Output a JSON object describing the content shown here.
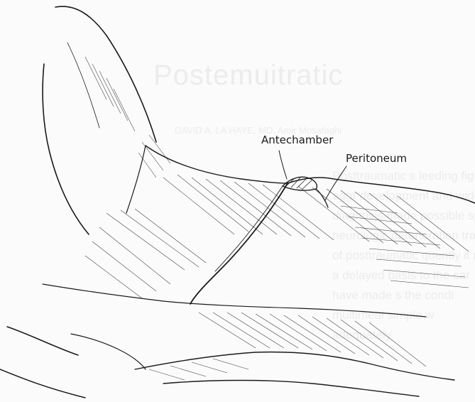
{
  "labels": {
    "antechamber": "Antechamber",
    "peritoneum": "Peritoneum"
  },
  "bleed_through": {
    "heading": "Postemuitratic",
    "authors": "DAVID A. LA HAYE, MD, Amir Mosafaghi",
    "body_lines": [
      "Posttraumatic s                                     leeding figure e",
      "  aggr                         development and wider",
      "  diagnosis made                      possible specif",
      "  neurologic deterioration                    traumatic st",
      "  of posttraumatic                                  quently it m",
      "  a delayed basis                               to the car",
      "  have made s                                 the condi",
      "  multimeal                                simple w",
      "  adequately"
    ]
  },
  "colors": {
    "ink": "#1a1a1a",
    "paper": "#fbfbfb",
    "bleed": "#ececec"
  }
}
